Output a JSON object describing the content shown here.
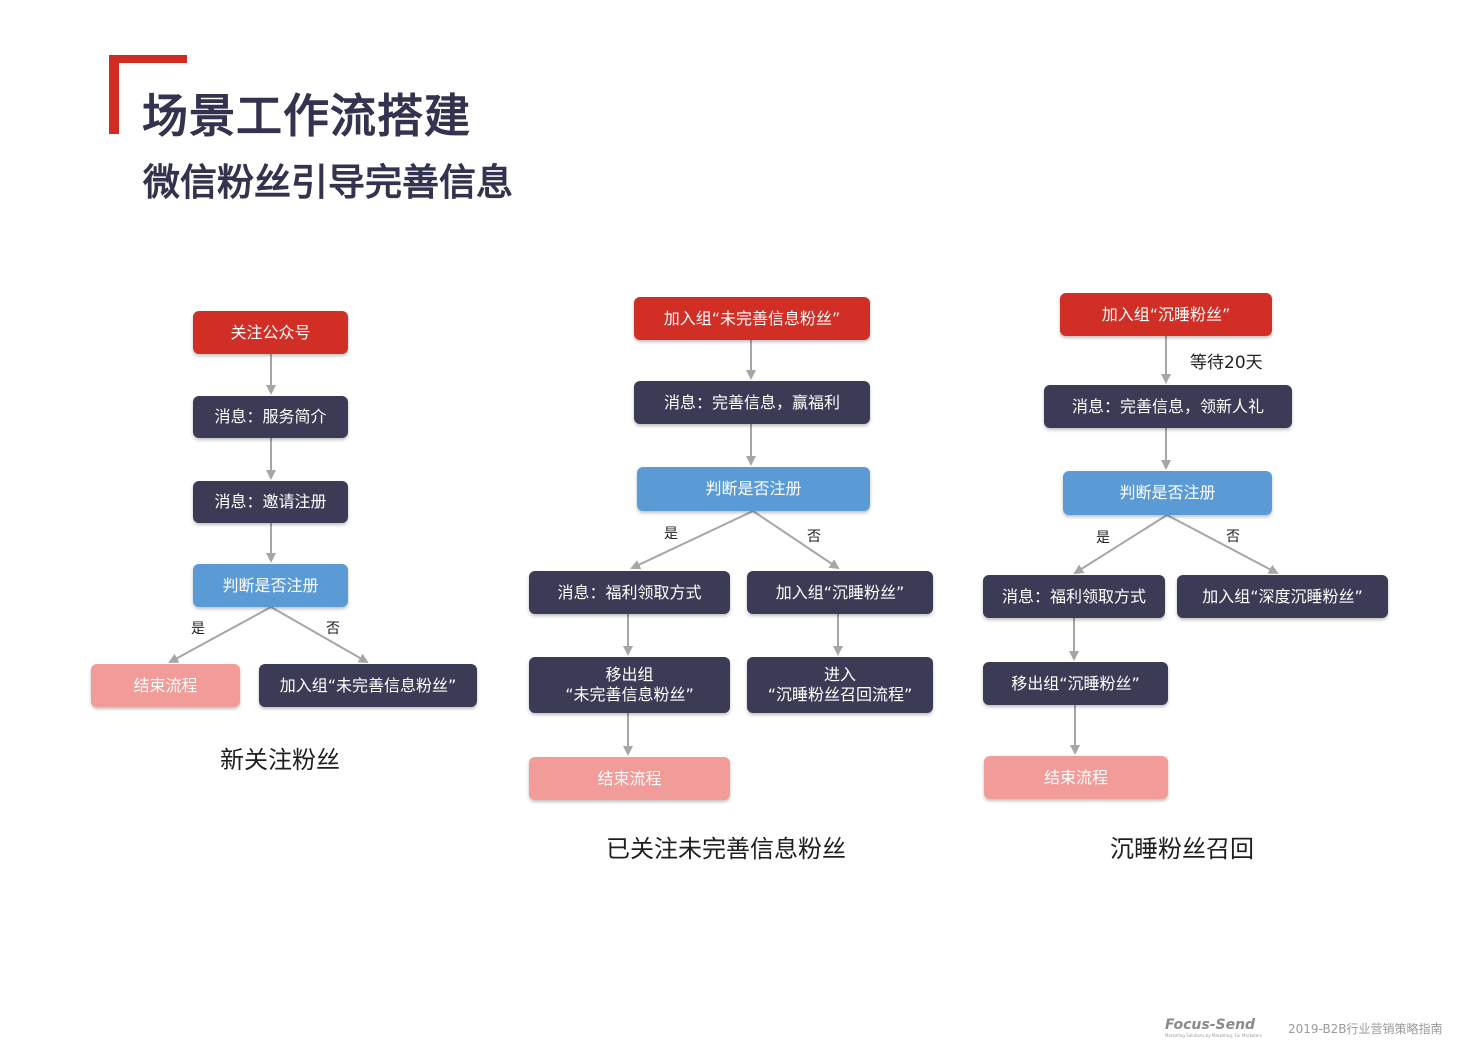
{
  "header": {
    "title": "场景工作流搭建",
    "subtitle": "微信粉丝引导完善信息",
    "accent_color": "#d12b22"
  },
  "flow_new_fans": {
    "caption": "新关注粉丝",
    "steps": [
      "关注公众号",
      "消息：服务简介",
      "消息：邀请注册",
      "判断是否注册"
    ],
    "yes_label": "是",
    "no_label": "否",
    "yes_result": "结束流程",
    "no_result": "加入组“未完善信息粉丝”"
  },
  "flow_incomplete": {
    "caption": "已关注未完善信息粉丝",
    "steps": [
      "加入组“未完善信息粉丝”",
      "消息：完善信息，赢福利",
      "判断是否注册"
    ],
    "yes_label": "是",
    "no_label": "否",
    "yes_steps": [
      "消息：福利领取方式",
      "移出组",
      "“未完善信息粉丝”",
      "结束流程"
    ],
    "no_steps": [
      "加入组“沉睡粉丝”",
      "进入",
      "“沉睡粉丝召回流程”"
    ]
  },
  "flow_dormant": {
    "caption": "沉睡粉丝召回",
    "steps": [
      "加入组“沉睡粉丝”",
      "消息：完善信息，领新人礼",
      "判断是否注册"
    ],
    "wait_label": "等待20天",
    "yes_label": "是",
    "no_label": "否",
    "yes_steps": [
      "消息：福利领取方式",
      "移出组“沉睡粉丝”",
      "结束流程"
    ],
    "no_result": "加入组“深度沉睡粉丝”"
  },
  "footer": {
    "logo": "Focus-Send",
    "logo_tagline": "Marketing Solutions by Marketing, For Marketers",
    "doc_title": "2019-B2B行业营销策略指南"
  },
  "colors": {
    "red": "#d12f25",
    "dark": "#3c3b55",
    "blue": "#5b9bd5",
    "pink": "#f19c98",
    "arrow": "#a6a6a6"
  }
}
